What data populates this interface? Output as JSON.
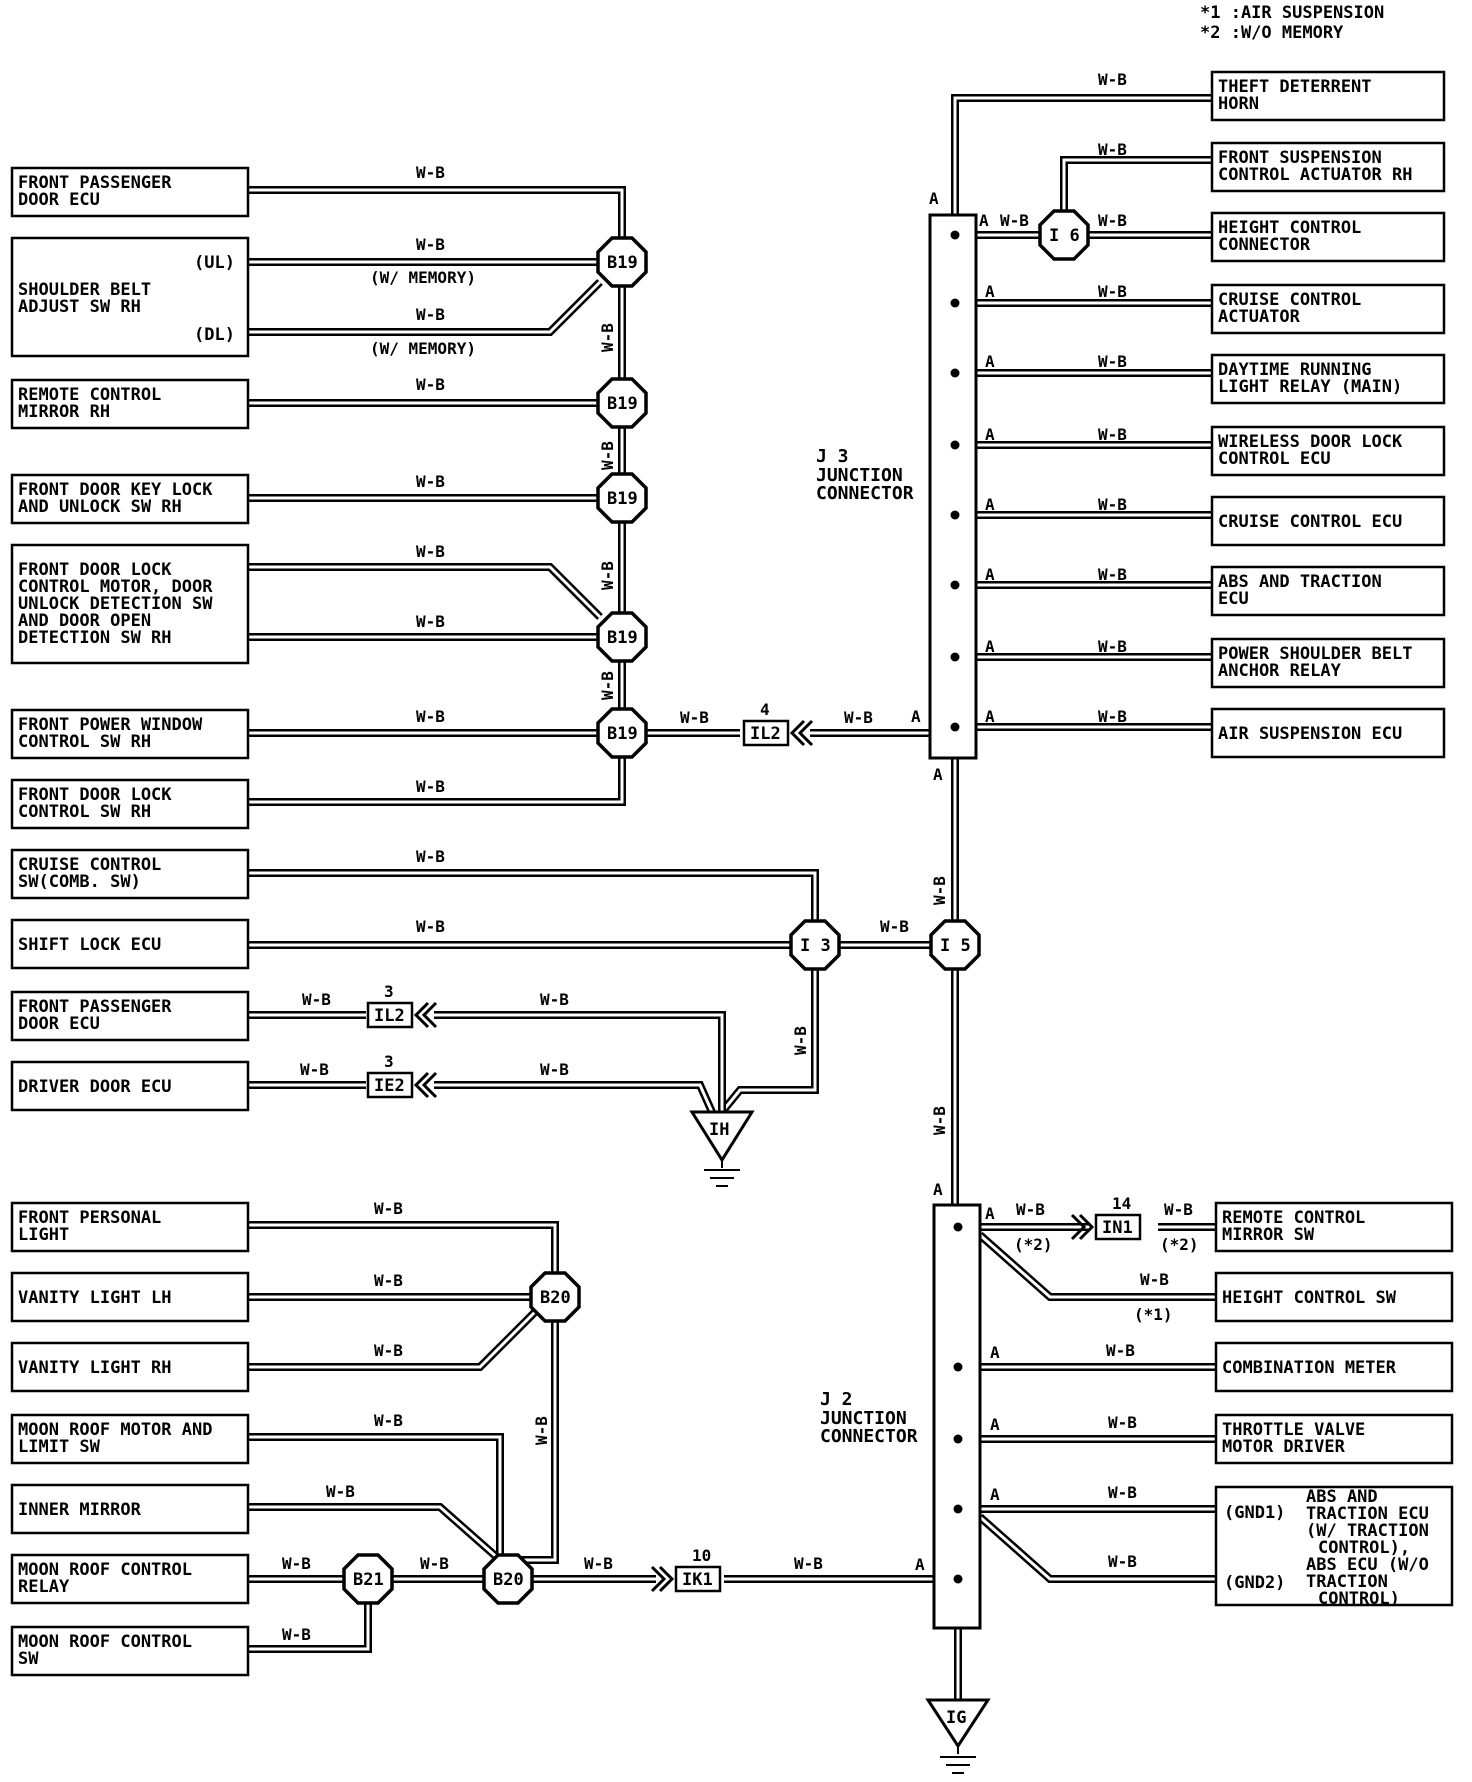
{
  "notes": {
    "n1": "*1 :AIR SUSPENSION",
    "n2": "*2 :W/O MEMORY"
  },
  "wire_color": "W-B",
  "junctions": {
    "j3_line1": "J 3",
    "j3_line2": "JUNCTION",
    "j3_line3": "CONNECTOR",
    "j2_line1": "J 2",
    "j2_line2": "JUNCTION",
    "j2_line3": "CONNECTOR",
    "pin": "A"
  },
  "splices": {
    "b19": "B19",
    "b20": "B20",
    "b21": "B21",
    "i3": "I 3",
    "i5": "I 5",
    "i6": "I 6"
  },
  "grounds": {
    "ih": "IH",
    "ig": "IG"
  },
  "connectors": {
    "il2_top": {
      "label": "IL2",
      "pin": "4"
    },
    "il2_mid": {
      "label": "IL2",
      "pin": "3"
    },
    "ie2": {
      "label": "IE2",
      "pin": "3"
    },
    "ik1": {
      "label": "IK1",
      "pin": "10"
    },
    "in1": {
      "label": "IN1",
      "pin": "14"
    }
  },
  "annotations": {
    "w_memory": "(W/ MEMORY)",
    "star2": "(*2)",
    "star1": "(*1)",
    "ul": "(UL)",
    "dl": "(DL)",
    "gnd1": "(GND1)",
    "gnd2": "(GND2)"
  },
  "left_components": {
    "front_passenger_door_ecu_1": [
      "FRONT PASSENGER",
      "DOOR ECU"
    ],
    "shoulder_belt": [
      "SHOULDER BELT",
      "ADJUST SW RH"
    ],
    "remote_control_mirror_rh": [
      "REMOTE CONTROL",
      "MIRROR RH"
    ],
    "front_door_key_lock": [
      "FRONT DOOR KEY LOCK",
      "AND UNLOCK SW RH"
    ],
    "front_door_lock_motor": [
      "FRONT DOOR LOCK",
      "CONTROL MOTOR, DOOR",
      "UNLOCK DETECTION SW",
      "AND DOOR OPEN",
      "DETECTION SW RH"
    ],
    "front_power_window": [
      "FRONT POWER WINDOW",
      "CONTROL SW RH"
    ],
    "front_door_lock_sw": [
      "FRONT DOOR LOCK",
      "CONTROL SW RH"
    ],
    "cruise_control_sw": [
      "CRUISE CONTROL",
      "SW(COMB. SW)"
    ],
    "shift_lock_ecu": [
      "SHIFT LOCK ECU"
    ],
    "front_passenger_door_ecu_2": [
      "FRONT PASSENGER",
      "DOOR ECU"
    ],
    "driver_door_ecu": [
      "DRIVER DOOR ECU"
    ],
    "front_personal_light": [
      "FRONT PERSONAL",
      "LIGHT"
    ],
    "vanity_light_lh": [
      "VANITY LIGHT LH"
    ],
    "vanity_light_rh": [
      "VANITY LIGHT RH"
    ],
    "moon_roof_motor": [
      "MOON ROOF MOTOR AND",
      "LIMIT SW"
    ],
    "inner_mirror": [
      "INNER MIRROR"
    ],
    "moon_roof_relay": [
      "MOON ROOF CONTROL",
      "RELAY"
    ],
    "moon_roof_sw": [
      "MOON ROOF CONTROL",
      "SW"
    ]
  },
  "right_components": {
    "theft_horn": [
      "THEFT DETERRENT",
      "HORN"
    ],
    "front_suspension": [
      "FRONT SUSPENSION",
      "CONTROL ACTUATOR RH"
    ],
    "height_connector": [
      "HEIGHT CONTROL",
      "CONNECTOR"
    ],
    "cruise_actuator": [
      "CRUISE CONTROL",
      "ACTUATOR"
    ],
    "daytime_relay": [
      "DAYTIME RUNNING",
      "LIGHT RELAY (MAIN)"
    ],
    "wireless_lock": [
      "WIRELESS DOOR LOCK",
      "CONTROL ECU"
    ],
    "cruise_ecu": [
      "CRUISE CONTROL ECU"
    ],
    "abs_traction": [
      "ABS AND TRACTION",
      "ECU"
    ],
    "power_shoulder": [
      "POWER SHOULDER BELT",
      "ANCHOR RELAY"
    ],
    "air_suspension_ecu": [
      "AIR SUSPENSION ECU"
    ],
    "remote_mirror_sw": [
      "REMOTE CONTROL",
      "MIRROR SW"
    ],
    "height_sw": [
      "HEIGHT CONTROL SW"
    ],
    "combination_meter": [
      "COMBINATION METER"
    ],
    "throttle_valve": [
      "THROTTLE VALVE",
      "MOTOR DRIVER"
    ],
    "abs_ecu_group": [
      "ABS AND",
      "TRACTION ECU",
      "(W/ TRACTION",
      "CONTROL),",
      "ABS ECU (W/O",
      "TRACTION",
      "CONTROL)"
    ]
  }
}
